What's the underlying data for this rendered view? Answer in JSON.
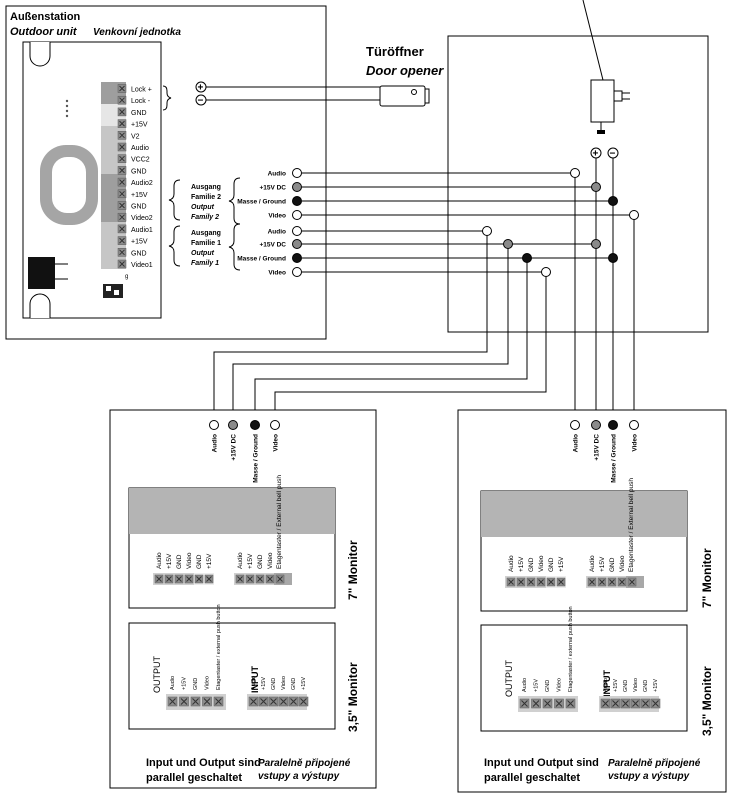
{
  "outdoor": {
    "title_de": "Außenstation",
    "title_en": "Outdoor unit",
    "title_cz": "Venkovní jednotka",
    "terminals": [
      "Lock +",
      "Lock -",
      "GND",
      "+15V",
      "V2",
      "Audio",
      "VCC2",
      "GND",
      "Audio2",
      "+15V",
      "GND",
      "Video2",
      "Audio1",
      "+15V",
      "GND",
      "Video1"
    ],
    "dip_label": "g"
  },
  "door_opener": {
    "label_de": "Türöffner",
    "label_en": "Door opener",
    "plus": "+",
    "minus": "−"
  },
  "outputs": {
    "group2": [
      "Ausgang",
      "Familie 2",
      "Output",
      "Family 2"
    ],
    "group1": [
      "Ausgang",
      "Familie 1",
      "Output",
      "Family 1"
    ],
    "signals": [
      "Audio",
      "+15V DC",
      "Masse / Ground",
      "Video"
    ]
  },
  "psu": {
    "plus": "+",
    "minus": "−"
  },
  "monitor_wires": [
    "Audio",
    "+15V DC",
    "Masse / Ground",
    "Video"
  ],
  "monitor7": {
    "title": "7\" Monitor",
    "left_terms": [
      "Audio",
      "+15V",
      "GND",
      "Video",
      "GND",
      "+15V"
    ],
    "right_terms": [
      "Audio",
      "+15V",
      "GND",
      "Video",
      "Etagentaster / External bell push"
    ]
  },
  "monitor35": {
    "title": "3,5\" Monitor",
    "output_label": "OUTPUT",
    "input_label": "INPUT",
    "out_terms": [
      "Audio",
      "+15V",
      "GND",
      "Video",
      "Etagentaster / external push button"
    ],
    "in_terms": [
      "Audio",
      "+15V",
      "GND",
      "Video",
      "GND",
      "+15V"
    ]
  },
  "notes": {
    "de_line1": "Input und Output sind",
    "de_line2": "parallel geschaltet",
    "cz_line1": "Paralelně připojené",
    "cz_line2": "vstupy a výstupy"
  }
}
